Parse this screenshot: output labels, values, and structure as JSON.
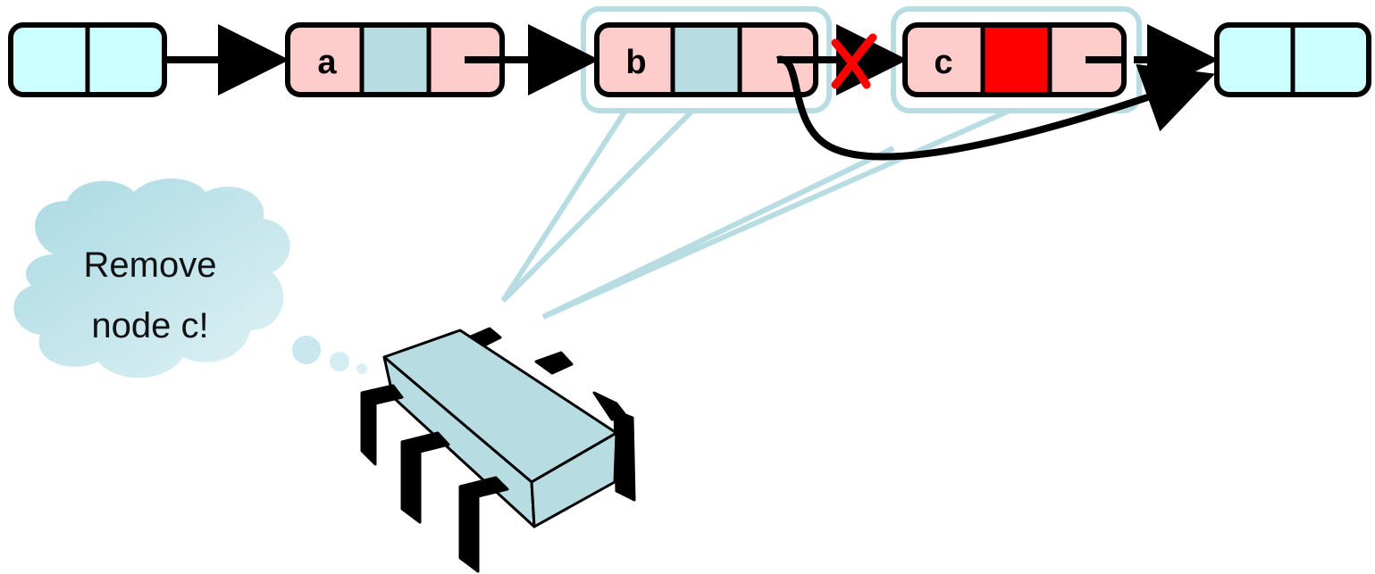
{
  "nodes": {
    "head": {
      "fields": [
        "",
        ""
      ]
    },
    "a": {
      "label": "a"
    },
    "b": {
      "label": "b"
    },
    "c": {
      "label": "c"
    },
    "tail": {
      "fields": [
        "",
        ""
      ]
    }
  },
  "thought": {
    "line1": "Remove",
    "line2": "node c!"
  },
  "colors": {
    "sentinel_fill": "#ccffff",
    "node_fill": "#ffcccc",
    "key_fill": "#b7dde3",
    "marked_fill": "#ff0000",
    "highlight_stroke": "#b7dde3",
    "cloud_fill": "#c2e6ec",
    "cpu_fill": "#b7dde3",
    "cut_mark": "#ff0000"
  },
  "icons": {
    "cut": "cross-mark-icon",
    "processor": "processor-chip-icon",
    "thought": "thought-cloud-icon"
  }
}
